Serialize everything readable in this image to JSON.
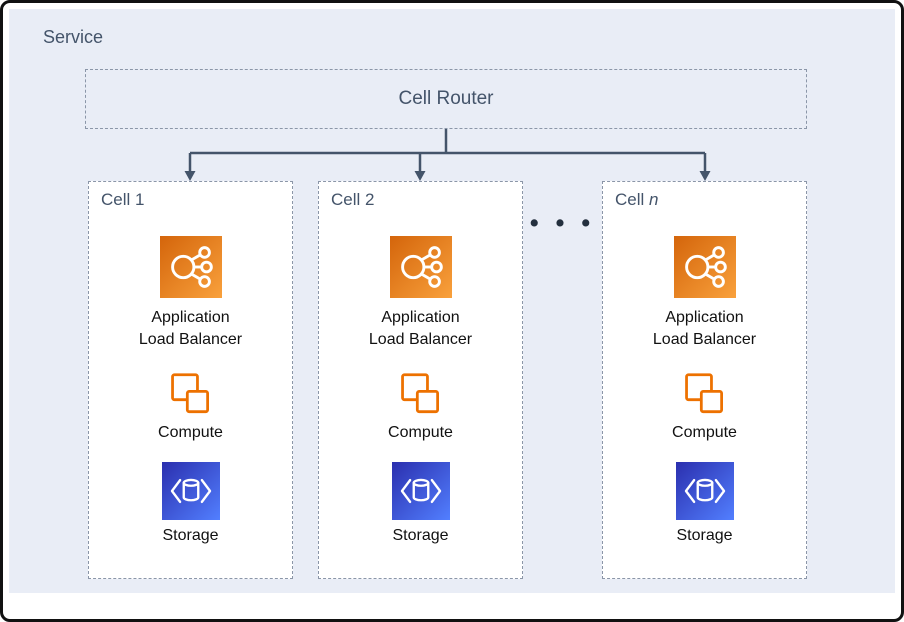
{
  "service": {
    "label": "Service",
    "router_label": "Cell Router",
    "ellipsis": "• • •"
  },
  "cells": [
    {
      "title": "Cell 1",
      "title_italic": "",
      "alb_line1": "Application",
      "alb_line2": "Load Balancer",
      "compute_label": "Compute",
      "storage_label": "Storage"
    },
    {
      "title": "Cell 2",
      "title_italic": "",
      "alb_line1": "Application",
      "alb_line2": "Load Balancer",
      "compute_label": "Compute",
      "storage_label": "Storage"
    },
    {
      "title": "Cell ",
      "title_italic": "n",
      "alb_line1": "Application",
      "alb_line2": "Load Balancer",
      "compute_label": "Compute",
      "storage_label": "Storage"
    }
  ],
  "icons": {
    "alb": "application-load-balancer-icon",
    "compute": "compute-icon",
    "storage": "storage-icon"
  },
  "colors": {
    "service_background": "#e9edf6",
    "dashed_border": "#8b96a8",
    "connector_line": "#44546a",
    "heading_text": "#44546a",
    "label_text": "#111111",
    "alb_gradient_dark": "#d4650b",
    "alb_gradient_light": "#f9a13c",
    "compute_outline": "#ed7100",
    "storage_gradient_dark": "#2b2fae",
    "storage_gradient_light": "#527fff"
  }
}
